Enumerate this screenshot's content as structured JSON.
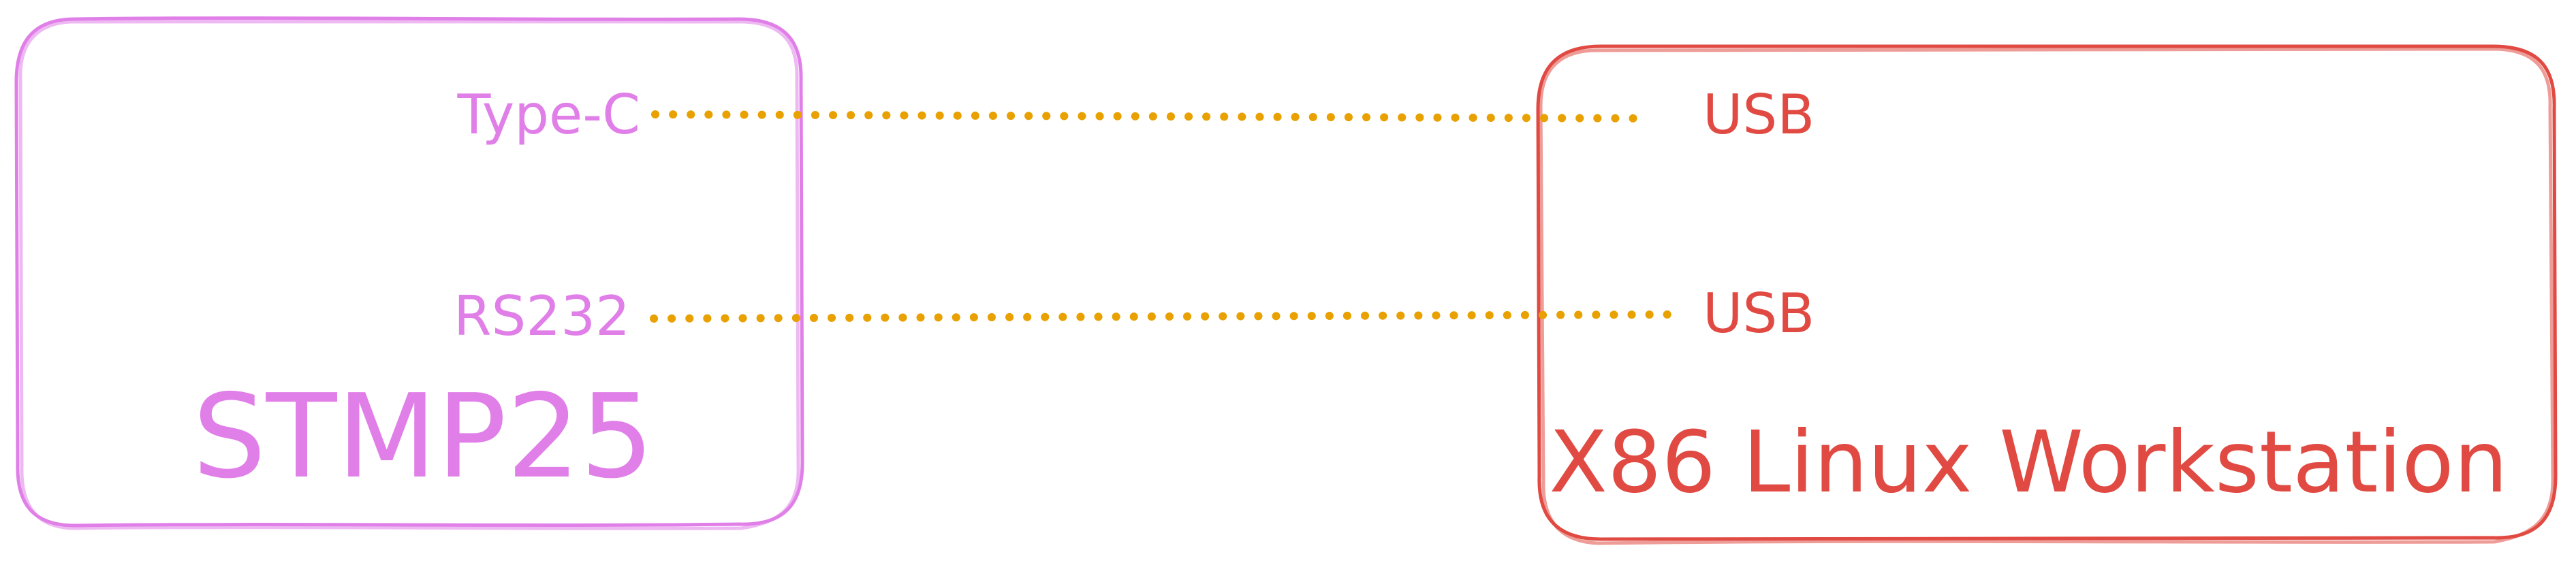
{
  "colors": {
    "board": "#E07FE8",
    "workstation": "#E04A42",
    "cable": "#E8A100",
    "background": "#FFFFFF"
  },
  "board": {
    "title": "STMP25",
    "ports": {
      "usb_port": "Type-C",
      "serial_port": "RS232"
    }
  },
  "workstation": {
    "title": "X86 Linux Workstation",
    "ports": {
      "port_top": "USB",
      "port_bottom": "USB"
    }
  },
  "connections": [
    {
      "from": "Type-C",
      "to": "USB"
    },
    {
      "from": "RS232",
      "to": "USB"
    }
  ]
}
